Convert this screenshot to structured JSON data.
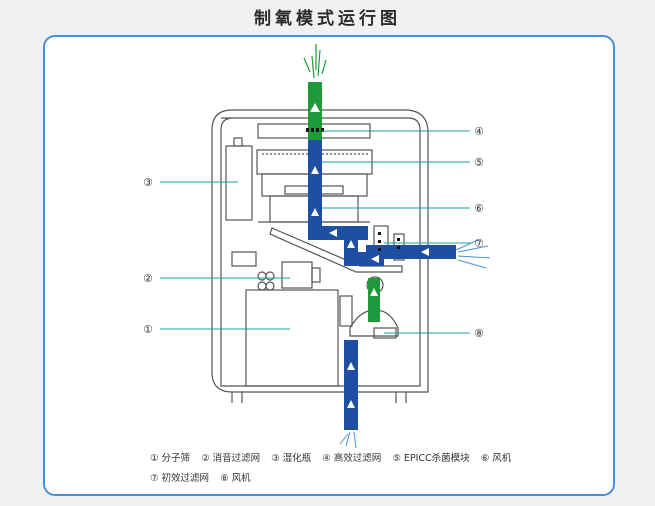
{
  "title": "制氧模式运行图",
  "callouts": [
    "①",
    "②",
    "③",
    "④",
    "⑤",
    "⑥",
    "⑦",
    "⑧"
  ],
  "legend": {
    "row1": [
      {
        "num": "①",
        "label": "分子筛"
      },
      {
        "num": "②",
        "label": "消音过滤网"
      },
      {
        "num": "③",
        "label": "湿化瓶"
      },
      {
        "num": "④",
        "label": "高效过滤网"
      },
      {
        "num": "⑤",
        "label": "EPICC杀菌模块"
      },
      {
        "num": "⑥",
        "label": "风机"
      }
    ],
    "row2": [
      {
        "num": "⑦",
        "label": "初效过滤网"
      },
      {
        "num": "⑧",
        "label": "风机"
      }
    ]
  },
  "colors": {
    "border": "#4a90d9",
    "airflow_blue": "#1f4fa3",
    "oxygen_green": "#1f9a3a",
    "line": "#1aa0a8"
  }
}
